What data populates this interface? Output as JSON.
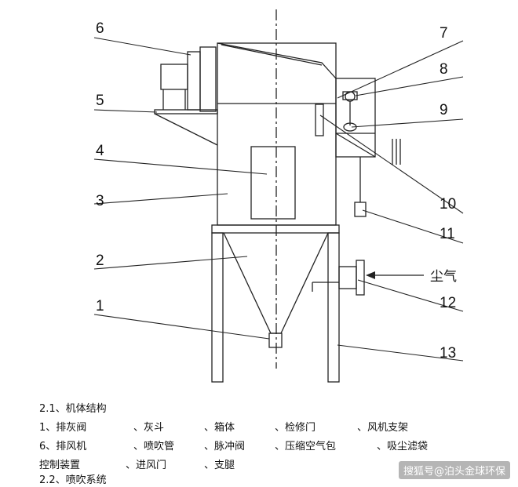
{
  "callouts": [
    "1",
    "2",
    "3",
    "4",
    "5",
    "6",
    "7",
    "8",
    "9",
    "10",
    "11",
    "12",
    "13"
  ],
  "inlet_label": "尘气",
  "legend": {
    "section1": "2.1、机体结构",
    "row1": [
      "1、排灰阀",
      "、灰斗",
      "、箱体",
      "、检修门",
      "、风机支架"
    ],
    "row2": [
      "6、排风机",
      "、喷吹管",
      "、脉冲阀",
      "、压缩空气包",
      "、吸尘滤袋"
    ],
    "row3": [
      "控制装置",
      "、进风门",
      "、支腿"
    ],
    "section2": "2.2、喷吹系统"
  },
  "watermark": "搜狐号@泊头金球环保"
}
